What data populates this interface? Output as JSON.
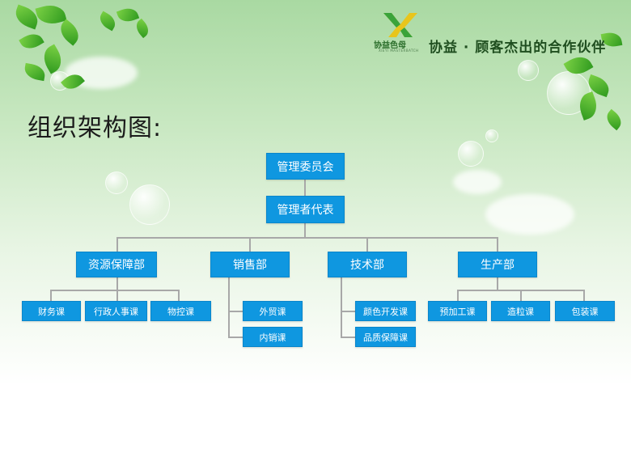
{
  "header": {
    "logo_name": "协益色母",
    "logo_subtitle": "XIEYI MASTERBATCH",
    "slogan": "协益 · 顾客杰出的合作伙伴"
  },
  "page_title": "组织架构图:",
  "org": {
    "top": "管理委员会",
    "rep": "管理者代表",
    "departments": [
      {
        "name": "资源保障部",
        "sections": [
          "财务课",
          "行政人事课",
          "物控课"
        ]
      },
      {
        "name": "销售部",
        "sections": [
          "外贸课",
          "内销课"
        ]
      },
      {
        "name": "技术部",
        "sections": [
          "颜色开发课",
          "品质保障课"
        ]
      },
      {
        "name": "生产部",
        "sections": [
          "预加工课",
          "造粒课",
          "包装课"
        ]
      }
    ]
  },
  "colors": {
    "node": "#0f97e0",
    "line": "#a8a8a8"
  }
}
